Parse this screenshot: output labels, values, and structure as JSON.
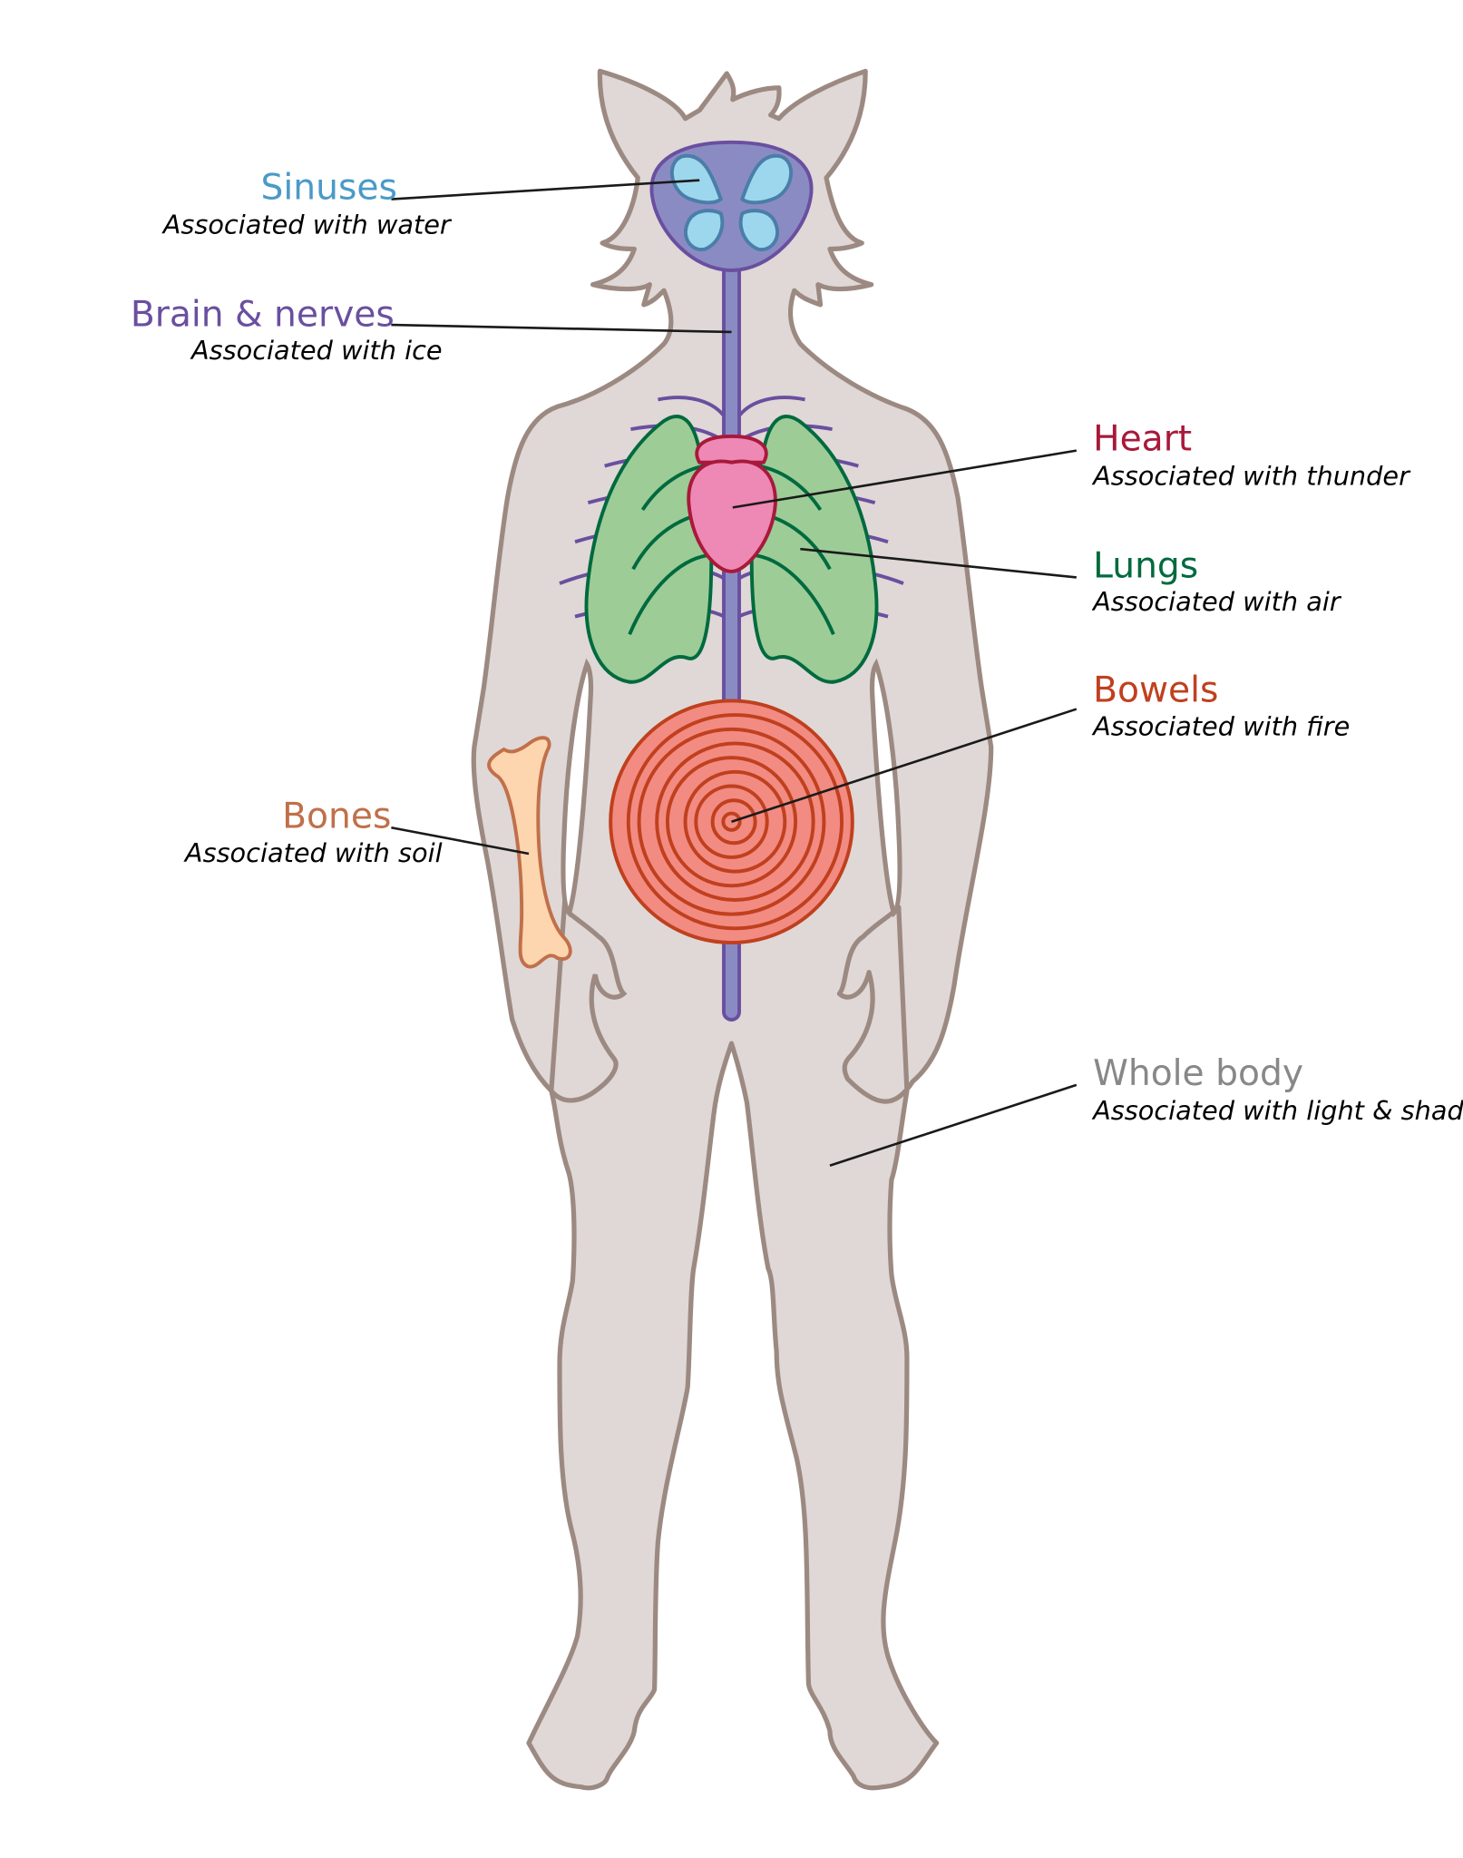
{
  "labels": {
    "sinuses": {
      "title": "Sinuses",
      "subtitle": "Associated with water",
      "color": "#4a9ac8"
    },
    "brain": {
      "title": "Brain & nerves",
      "subtitle": "Associated with ice",
      "color": "#6a4fa0"
    },
    "heart": {
      "title": "Heart",
      "subtitle": "Associated with thunder",
      "color": "#a8193a"
    },
    "lungs": {
      "title": "Lungs",
      "subtitle": "Associated with air",
      "color": "#006a3e"
    },
    "bowels": {
      "title": "Bowels",
      "subtitle": "Associated with fire",
      "color": "#c0401e"
    },
    "bones": {
      "title": "Bones",
      "subtitle": "Associated with soil",
      "color": "#c0704a"
    },
    "body": {
      "title": "Whole body",
      "subtitle": "Associated with light & shadow",
      "color": "#888888"
    }
  }
}
